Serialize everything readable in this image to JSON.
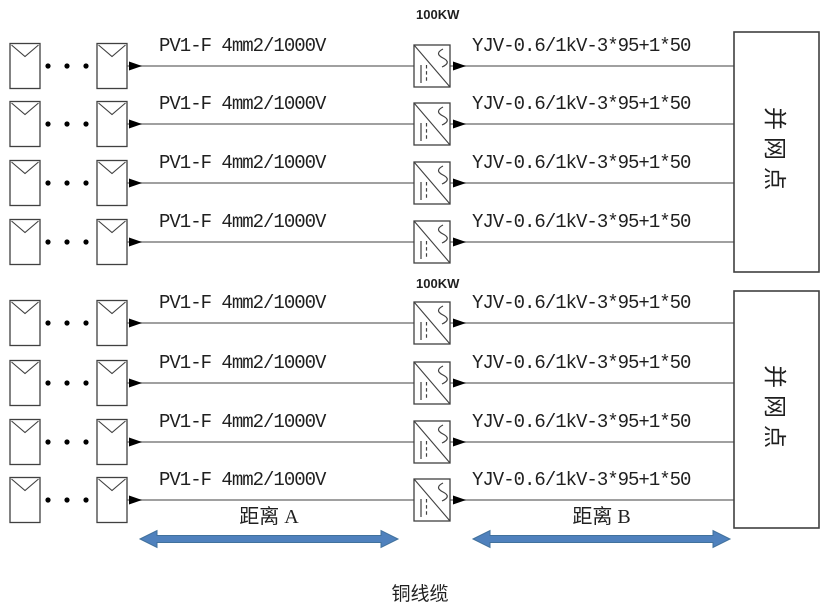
{
  "diagram": {
    "groups": [
      {
        "inverter_power_label": "100KW",
        "grid_box_label": "并网点",
        "rows": [
          {
            "pv_cable_label": "PV1-F 4mm2/1000V",
            "ac_cable_label": "YJV-0.6/1kV-3*95+1*50"
          },
          {
            "pv_cable_label": "PV1-F 4mm2/1000V",
            "ac_cable_label": "YJV-0.6/1kV-3*95+1*50"
          },
          {
            "pv_cable_label": "PV1-F 4mm2/1000V",
            "ac_cable_label": "YJV-0.6/1kV-3*95+1*50"
          },
          {
            "pv_cable_label": "PV1-F 4mm2/1000V",
            "ac_cable_label": "YJV-0.6/1kV-3*95+1*50"
          }
        ]
      },
      {
        "inverter_power_label": "100KW",
        "grid_box_label": "并网点",
        "rows": [
          {
            "pv_cable_label": "PV1-F 4mm2/1000V",
            "ac_cable_label": "YJV-0.6/1kV-3*95+1*50"
          },
          {
            "pv_cable_label": "PV1-F 4mm2/1000V",
            "ac_cable_label": "YJV-0.6/1kV-3*95+1*50"
          },
          {
            "pv_cable_label": "PV1-F 4mm2/1000V",
            "ac_cable_label": "YJV-0.6/1kV-3*95+1*50"
          },
          {
            "pv_cable_label": "PV1-F 4mm2/1000V",
            "ac_cable_label": "YJV-0.6/1kV-3*95+1*50"
          }
        ]
      }
    ],
    "distance_a_label": "距离 A",
    "distance_b_label": "距离 B",
    "bottom_label": "铜线缆",
    "colors": {
      "connection_line": "#808080",
      "symbol_stroke": "#404040",
      "arrowhead": "#000000",
      "distance_arrow_fill": "#4f81bd",
      "distance_arrow_stroke": "#41719c"
    }
  }
}
